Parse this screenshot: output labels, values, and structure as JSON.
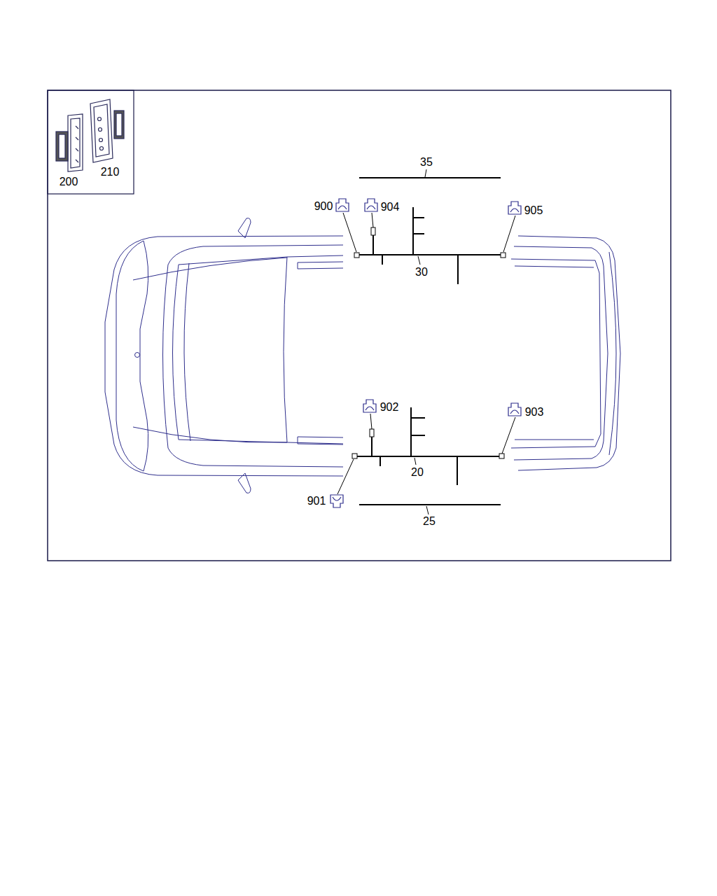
{
  "diagram": {
    "labels": [
      "200",
      "210",
      "35",
      "900",
      "904",
      "905",
      "30",
      "902",
      "903",
      "20",
      "901",
      "25"
    ]
  }
}
